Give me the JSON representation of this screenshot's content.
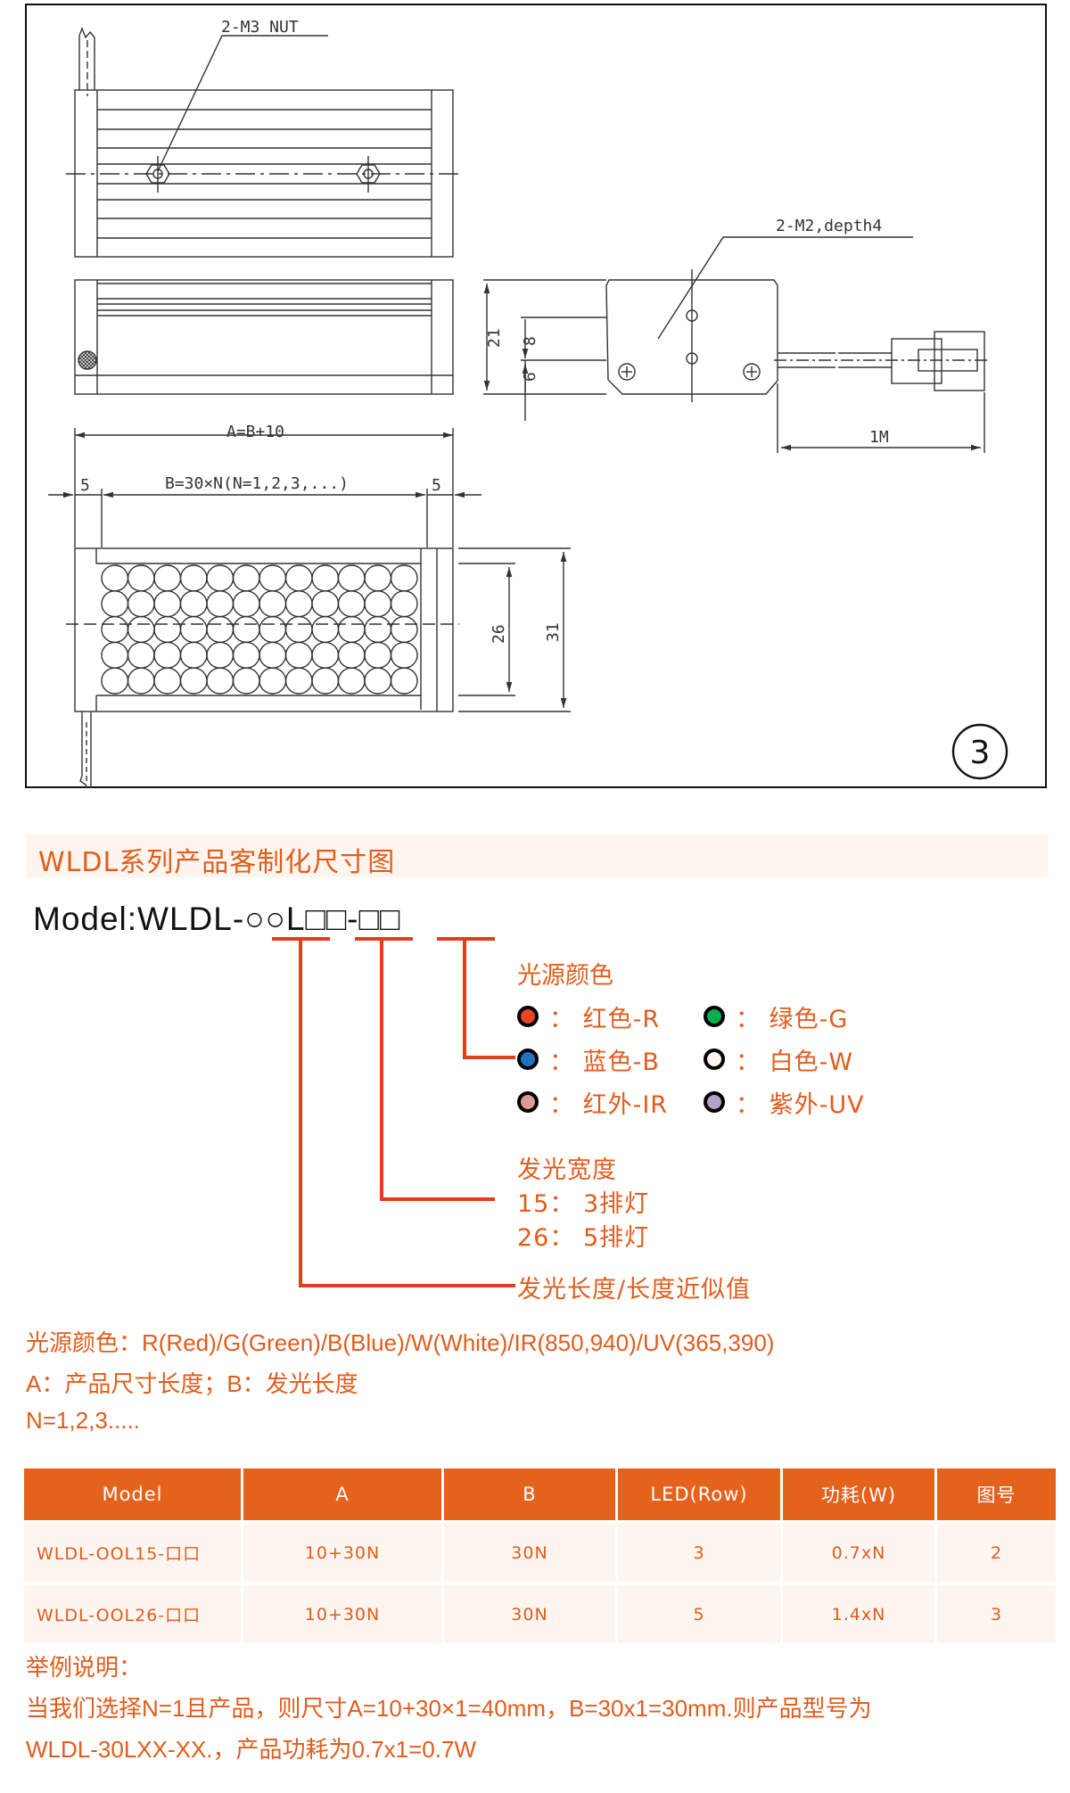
{
  "drawing": {
    "labels": {
      "nut": "2-M3 NUT",
      "screw": "2-M2,depth4",
      "dim_21": "21",
      "dim_8": "8",
      "dim_6": "6",
      "cable": "1M",
      "a_eq": "A=B+10",
      "b_eq": "B=30×N(N=1,2,3,...)",
      "margin_left": "5",
      "margin_right": "5",
      "dim_26": "26",
      "dim_31": "31",
      "figure_number": "3"
    }
  },
  "section": {
    "title": "WLDL系列产品客制化尺寸图"
  },
  "model": {
    "prefix": "Model:WLDL-",
    "part1": "○○",
    "part_l": "L",
    "part2": "□□",
    "dash": "-",
    "part3": "□□"
  },
  "legend": {
    "color_title": "光源颜色",
    "colors": [
      {
        "label": "： 红色-R",
        "color": "#e44726"
      },
      {
        "label": "： 绿色-G",
        "color": "#0aae4a"
      },
      {
        "label": "： 蓝色-B",
        "color": "#1f74c0"
      },
      {
        "label": "： 白色-W",
        "color": "#fdf3ef"
      },
      {
        "label": "： 红外-IR",
        "color": "#d99a9a"
      },
      {
        "label": "： 紫外-UV",
        "color": "#b1a2c8"
      }
    ],
    "width_title": "发光宽度",
    "width_items": [
      "15： 3排灯",
      "26： 5排灯"
    ],
    "length_title": "发光长度/长度近似值",
    "accent": "#e25c1c"
  },
  "notes": {
    "line1": "光源颜色：R(Red)/G(Green)/B(Blue)/W(White)/IR(850,940)/UV(365,390)",
    "line2": "A：产品尺寸长度；B：发光长度",
    "line3": "N=1,2,3....."
  },
  "table": {
    "headers": [
      "Model",
      "A",
      "B",
      "LED(Row)",
      "功耗(W)",
      "图号"
    ],
    "rows": [
      [
        "WLDL-OOL15-口口",
        "10+30N",
        "30N",
        "3",
        "0.7xN",
        "2"
      ],
      [
        "WLDL-OOL26-口口",
        "10+30N",
        "30N",
        "5",
        "1.4xN",
        "3"
      ]
    ],
    "header_color": "#e5621d"
  },
  "example": {
    "title": "举例说明：",
    "line1": "当我们选择N=1且产品，则尺寸A=10+30×1=40mm，B=30x1=30mm.则产品型号为",
    "line2": "WLDL-30LXX-XX.，产品功耗为0.7x1=0.7W"
  }
}
